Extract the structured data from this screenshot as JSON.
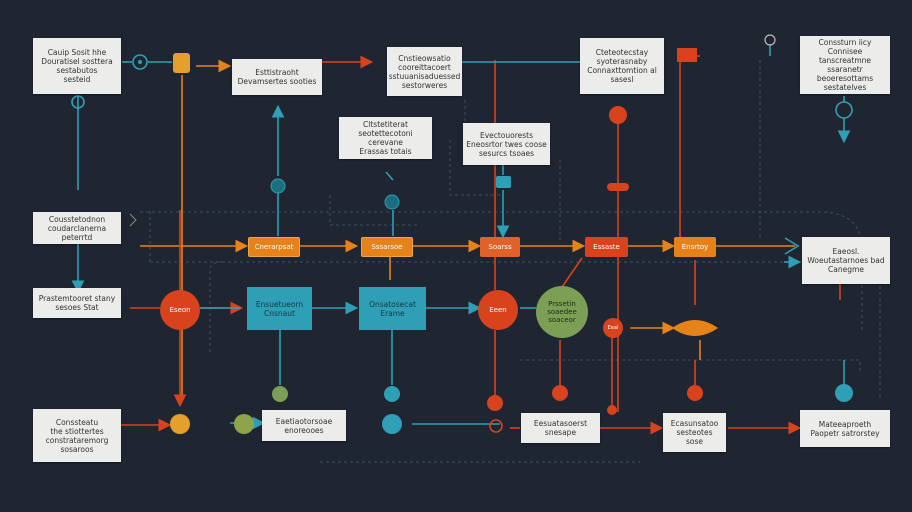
{
  "cards": {
    "c_top_left": "Cauip Sosit hhe\nDouratisel sosttera\nsestabutos\nsesteid",
    "c_top_2": "Esttistraoht\nDevamsertes sooties",
    "c_top_3": "Cnstieowsatio\ncooreittacoert\nsstuuanisaduessed\nsestorweres",
    "c_top_4": "Cteteotecstay\nsyoterasnaby\nConnaxttomtion al\nsasesl",
    "c_top_right": "Conssturn iicy\nConnisee tanscreatmne\nssaranetr beoeresottams\nsestatelves",
    "c_mid_1": "Cltstetiterat\nseotettecotoni cerevane\nErassas totais",
    "c_mid_2": "Evectouorests\nEneosrtor twes coose\nsesurcs tsoaes",
    "c_left_1": "Cousstetodnon\ncoudarclanerna peterrtd",
    "c_left_2": "Prastemtooret stany\nsesoes Stat",
    "c_right_1": "Eaeosl.\nWoeutastarnoes bad\nCanegme",
    "c_bot_left": "Conssteatu\nthe stiottertes\nconstrataremorg\nsosaroos",
    "c_bot_2": "Eaetiaotorsoae\nenoreooes",
    "c_bot_3": "Eesuatasoerst\nsnesape",
    "c_bot_4": "Ecasunsatoo\nsesteotes\nsose",
    "c_bot_right": "Mateeaproeth\nPaopetr satrorstey"
  },
  "pills": {
    "p1": "Cnerarpsat",
    "p2": "Sssarsoe",
    "p3": "Soarss",
    "p4": "Essaste",
    "p5": "Ensrtoy"
  },
  "teal": {
    "t1": "Ensuetueorn\nCnsnaut",
    "t2": "Onsatosecat\nErame"
  },
  "circles": {
    "k1": "Eseon",
    "k2": "Eeen",
    "k3": "Prssetin\nsoaedee\nsoaceor",
    "k4": "Eeal"
  },
  "colors": {
    "background": "#202532",
    "teal": "#2f9fb5",
    "orange": "#e5831a",
    "red": "#d8431e",
    "green": "#7ba055",
    "card": "#ececea"
  }
}
